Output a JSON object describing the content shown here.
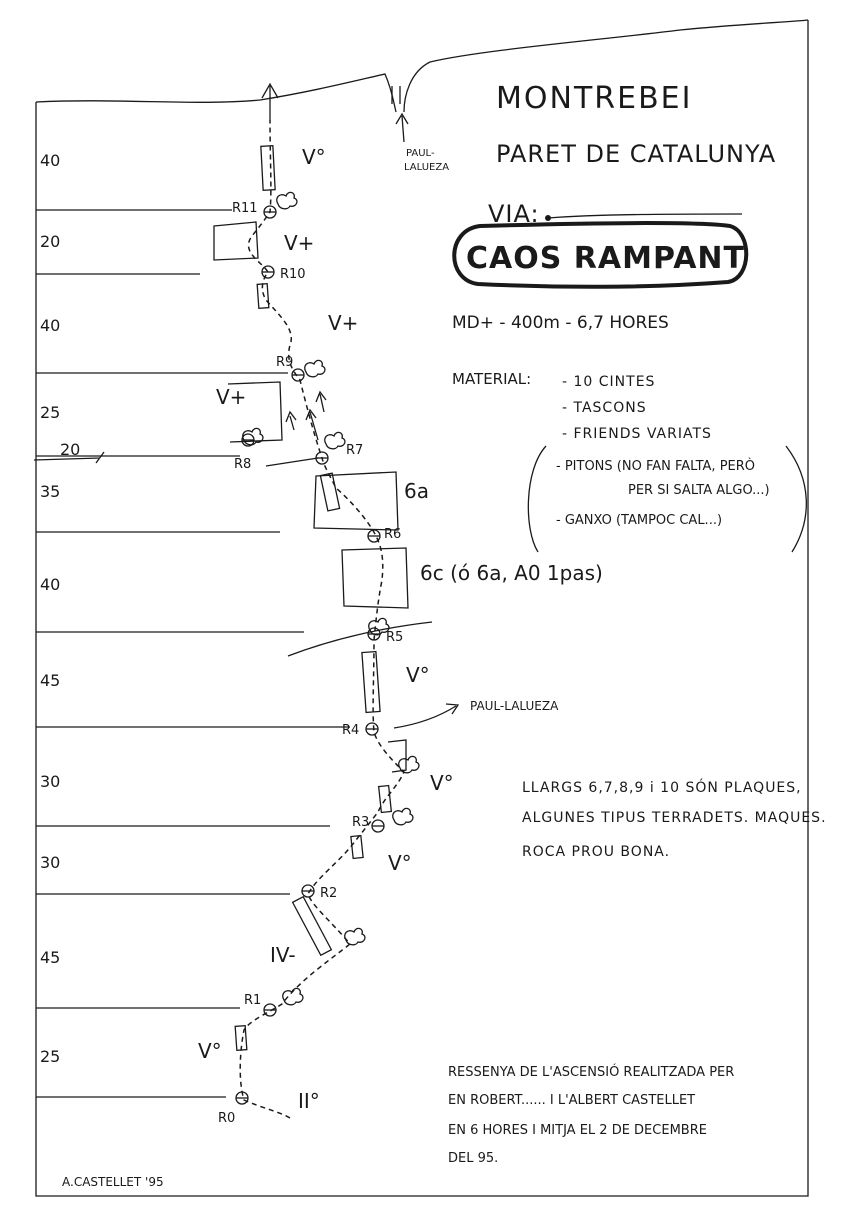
{
  "header": {
    "title": "MONTREBEI",
    "subtitle": "PARET DE CATALUNYA",
    "via_label": "VIA:",
    "route_name": "CAOS RAMPANT"
  },
  "info": {
    "grade_summary": "MD+ - 400m - 6,7 HORES",
    "material_label": "MATERIAL:",
    "material_items": [
      "- 10 CINTES",
      "- TASCONS",
      "- FRIENDS VARIATS"
    ],
    "optional_items": [
      "- PITONS (NO FAN FALTA, PERÒ",
      "PER SI SALTA ALGO...)",
      "- GANXO (TAMPOC CAL...)"
    ]
  },
  "notes": {
    "pitch_note": [
      "LLARGS 6,7,8,9 i 10 SÓN PLAQUES,",
      "ALGUNES TIPUS TERRADETS. MAQUES.",
      "ROCA PROU BONA."
    ],
    "ascent_note": [
      "RESSENYA DE L'ASCENSIÓ REALITZADA PER",
      "EN ROBERT...... I L'ALBERT CASTELLET",
      "EN 6 HORES I MITJA EL 2 DE DECEMBRE",
      "DEL 95."
    ]
  },
  "routes": {
    "paul_lalueza_top": [
      "PAUL-",
      "LALUEZA"
    ],
    "paul_lalueza_side": "PAUL-LALUEZA"
  },
  "signature": "A.CASTELLET '95",
  "pitch_lengths": [
    "40",
    "20",
    "40",
    "25",
    "20",
    "35",
    "40",
    "45",
    "30",
    "30",
    "45",
    "25"
  ],
  "grades": {
    "p12": "V°",
    "p11": "V+",
    "p10": "V+",
    "p9": "V+",
    "p7": "6a",
    "p6": "6c (ó 6a, A0 1pas)",
    "p5": "V°",
    "p4": "V°",
    "p3": "V°",
    "p2": "IV-",
    "p1": "V°",
    "p0": "II°"
  },
  "belays": [
    "R0",
    "R1",
    "R2",
    "R3",
    "R4",
    "R5",
    "R6",
    "R7",
    "R8",
    "R9",
    "R10",
    "R11"
  ]
}
